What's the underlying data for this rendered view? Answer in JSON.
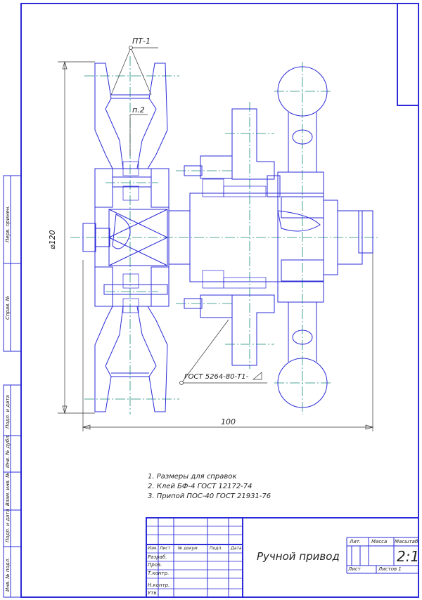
{
  "leaders": {
    "pt1": "ПТ-1",
    "p2": "п.2",
    "gost": "ГОСТ 5264-80-Т1-"
  },
  "dims": {
    "diameter": "⌀120",
    "length": "100"
  },
  "notes": [
    "1. Размеры для справок",
    "2. Клей БФ-4  ГОСТ 12172-74",
    "3. Припой ПОС-40  ГОСТ 21931-76"
  ],
  "side_stamp": {
    "perv_primen": "Перв. примен.",
    "sprav": "Справ. №",
    "podp_data_1": "Подп. и дата",
    "inv_dubl": "Инв. № дубл.",
    "vzam_inv": "Взам. инв. №",
    "podp_data_2": "Подп. и дата",
    "inv_podl": "Инв. № подл."
  },
  "title_block": {
    "title": "Ручной привод",
    "cols": [
      "Изм.",
      "Лист",
      "№ докум.",
      "Подп.",
      "Дата"
    ],
    "rows": [
      "Разраб.",
      "Пров.",
      "Т.контр.",
      "Н.контр.",
      "Утв."
    ],
    "lit": "Лит.",
    "massa": "Масса",
    "masshtab": "Масштаб",
    "scale": "2:1",
    "list": "Лист",
    "listov": "Листов 1"
  },
  "colors": {
    "line": "#2b2bd8",
    "center": "#1a8a7a",
    "hatch_fill": "#c8a070"
  }
}
